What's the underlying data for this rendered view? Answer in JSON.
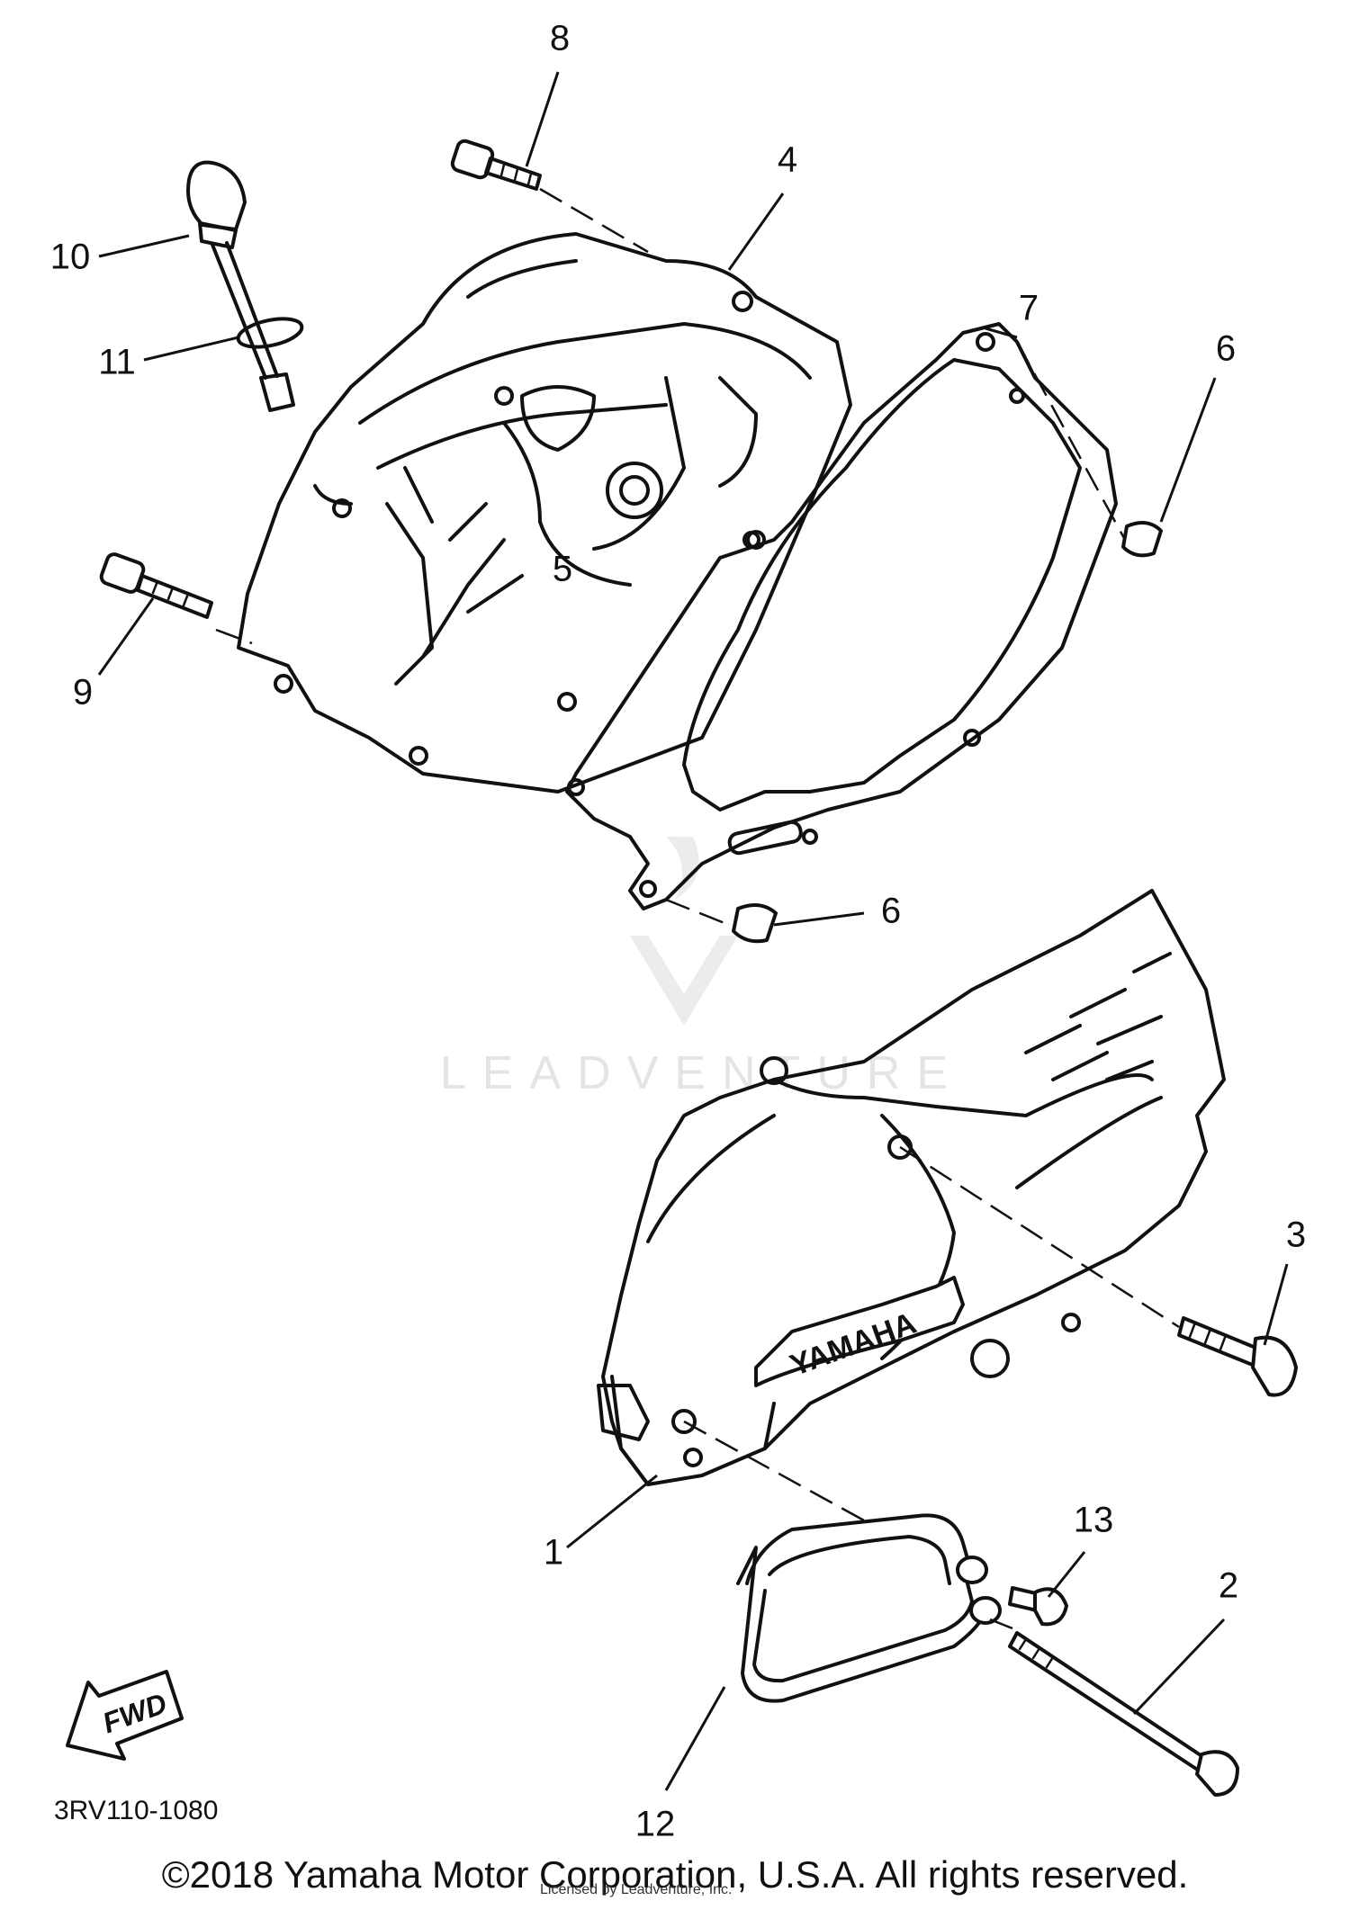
{
  "diagram": {
    "callouts": [
      {
        "id": "1",
        "label": "1"
      },
      {
        "id": "2",
        "label": "2"
      },
      {
        "id": "3",
        "label": "3"
      },
      {
        "id": "4",
        "label": "4"
      },
      {
        "id": "5",
        "label": "5"
      },
      {
        "id": "6a",
        "label": "6"
      },
      {
        "id": "6b",
        "label": "6"
      },
      {
        "id": "7",
        "label": "7"
      },
      {
        "id": "8",
        "label": "8"
      },
      {
        "id": "9",
        "label": "9"
      },
      {
        "id": "10",
        "label": "10"
      },
      {
        "id": "11",
        "label": "11"
      },
      {
        "id": "12",
        "label": "12"
      },
      {
        "id": "13",
        "label": "13"
      }
    ],
    "emblem_text": "YAMAHA",
    "fwd_text": "FWD",
    "part_code": "3RV110-1080",
    "watermark": "LEADVENTURE"
  },
  "footer": {
    "copyright": "©2018 Yamaha Motor Corporation, U.S.A. All rights reserved.",
    "licensed": "Licensed by Leadventure, Inc."
  }
}
